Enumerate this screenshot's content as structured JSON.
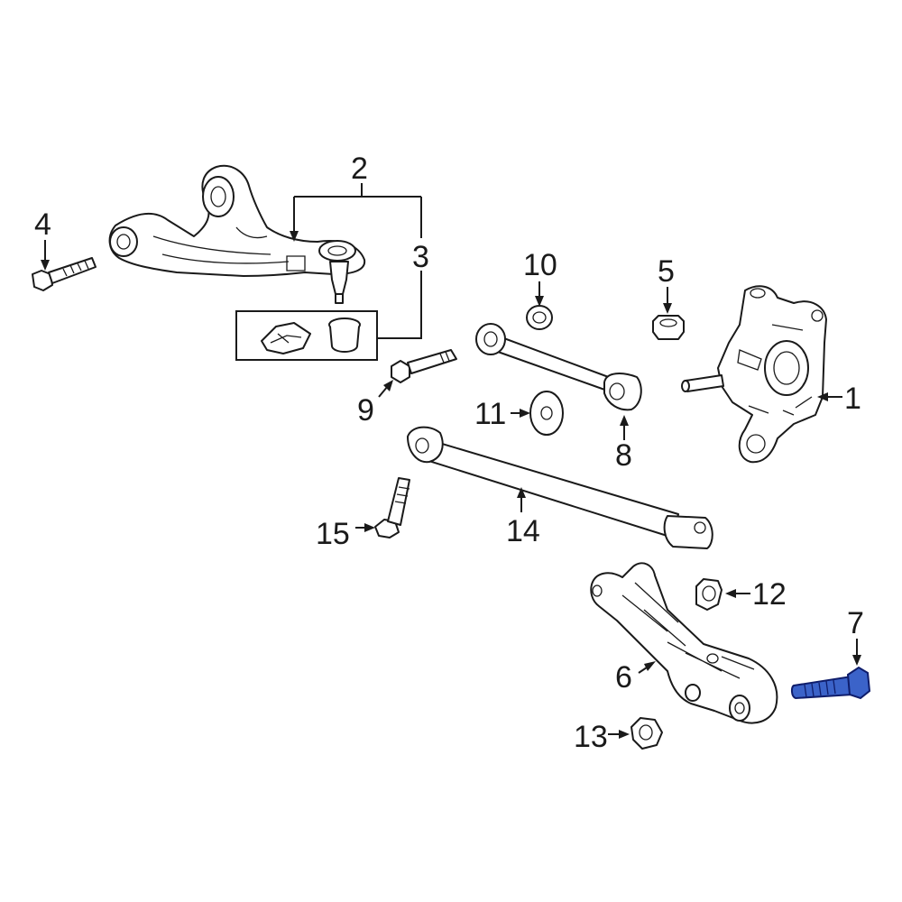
{
  "callouts": [
    {
      "num": "1",
      "name": "knuckle"
    },
    {
      "num": "2",
      "name": "upper-control-arm"
    },
    {
      "num": "3",
      "name": "ball-joint-kit"
    },
    {
      "num": "4",
      "name": "upper-arm-bolt"
    },
    {
      "num": "5",
      "name": "knuckle-nut"
    },
    {
      "num": "6",
      "name": "lower-control-arm"
    },
    {
      "num": "7",
      "name": "lower-arm-bolt"
    },
    {
      "num": "8",
      "name": "toe-link"
    },
    {
      "num": "9",
      "name": "toe-link-bolt"
    },
    {
      "num": "10",
      "name": "washer-10"
    },
    {
      "num": "11",
      "name": "washer-11"
    },
    {
      "num": "12",
      "name": "nut-12"
    },
    {
      "num": "13",
      "name": "nut-13"
    },
    {
      "num": "14",
      "name": "trailing-link"
    },
    {
      "num": "15",
      "name": "trailing-link-bolt"
    }
  ],
  "highlight_part": "7",
  "colors": {
    "line": "#1a1a1a",
    "highlight_fill": "#3b63c9",
    "highlight_stroke": "#0f1d6b",
    "background": "#ffffff"
  }
}
